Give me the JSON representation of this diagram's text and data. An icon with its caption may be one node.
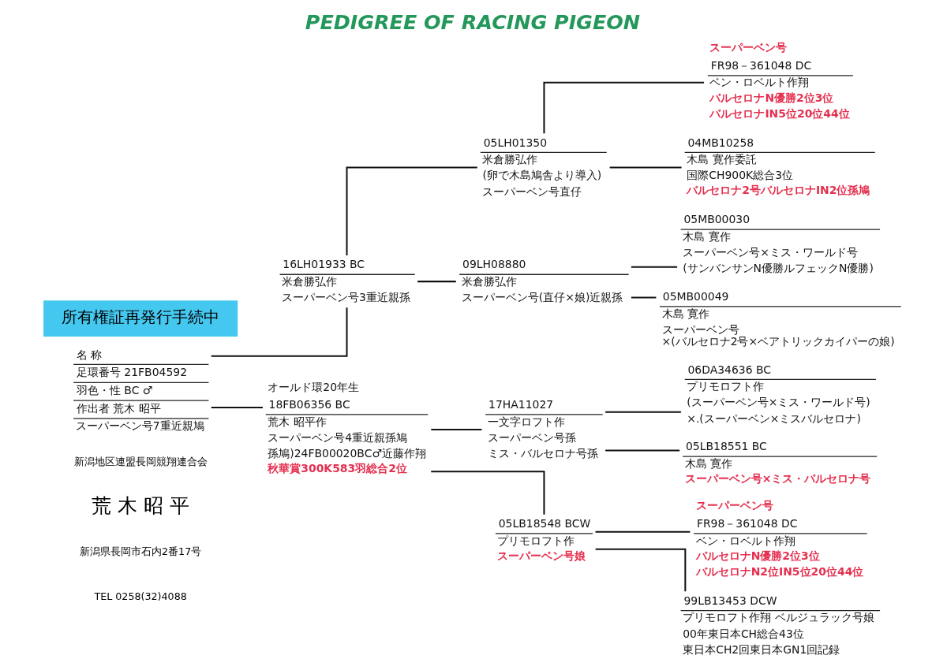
{
  "diagram": {
    "title": "PEDIGREE OF RACING PIGEON",
    "nodes": [
      {
        "text": [
          "名 称",
          "足環番号 21FB04592",
          "羽色・性 BC ♂",
          "作出者 荒木 昭平",
          "スーパーベン号7重近親鳩"
        ]
      },
      {
        "text": [
          "16LH01933 BC",
          "米倉勝弘作",
          "スーパーベン号3重近親孫"
        ]
      },
      {
        "text": [
          "オールド環20年生",
          "18FB06356 BC",
          "荒木 昭平作",
          "スーパーベン号4重近親孫鳩",
          "孫鳩)24FB00020BC♂近藤作翔",
          "秋華賞300K583羽総合2位"
        ]
      },
      {
        "text": [
          "05LH01350",
          "米倉勝弘作",
          "(卵で木島鳩舎より導入)",
          "スーパーベン号直仔"
        ]
      },
      {
        "text": [
          "09LH08880",
          "米倉勝弘作",
          "スーパーベン号(直仔×娘)近親孫"
        ]
      },
      {
        "text": [
          "17HA11027",
          "一文字ロフト作",
          "スーパーベン号孫",
          "ミス・バルセロナ号孫"
        ]
      },
      {
        "text": [
          "05LB18548 BCW",
          "プリモロフト作",
          "スーパーベン号娘"
        ]
      },
      {
        "text": [
          "スーパーベン号",
          "FR98－361048 DC",
          "ベン・ロベルト作翔",
          "バルセロナN優勝2位3位",
          "バルセロナIN5位20位44位"
        ]
      },
      {
        "text": [
          "04MB10258",
          "木島 寛作委託",
          "国際CH900K総合3位",
          "バルセロナ2号バルセロナIN2位孫鳩"
        ]
      },
      {
        "text": [
          "05MB00030",
          "木島 寛作",
          "スーパーベン号×ミス・ワールド号",
          "(サンバンサンN優勝ルフェックN優勝)"
        ]
      },
      {
        "text": [
          "05MB00049",
          "木島 寛作",
          "スーパーベン号 ×(バルセロナ2号×ベアトリックカイパーの娘)"
        ]
      },
      {
        "text": [
          "06DA34636 BC",
          "プリモロフト作",
          "(スーパーベン号×ミス・ワールド号)",
          "×.(スーパーベン×ミスバルセロナ)"
        ]
      },
      {
        "text": [
          "05LB18551 BC",
          "木島 寛作",
          "スーパーベン号×ミス・バルセロナ号"
        ]
      },
      {
        "text": [
          "スーパーベン号",
          "FR98－361048 DC",
          "ベン・ロベルト作翔",
          "バルセロナN優勝2位3位",
          "バルセロナN2位IN5位20位44位"
        ]
      },
      {
        "text": [
          "99LB13453 DCW",
          "プリモロフト作翔 ベルジュラック号娘",
          "00年東日本CH総合43位",
          "東日本CH2回東日本GN1回記録"
        ]
      }
    ],
    "edges": [
      {
        "from": 0,
        "to": 1,
        "arrow": "none"
      },
      {
        "from": 0,
        "to": 2,
        "arrow": "none"
      },
      {
        "from": 1,
        "to": 3,
        "arrow": "none"
      },
      {
        "from": 1,
        "to": 4,
        "arrow": "none"
      },
      {
        "from": 2,
        "to": 5,
        "arrow": "none"
      },
      {
        "from": 2,
        "to": 6,
        "arrow": "none"
      },
      {
        "from": 3,
        "to": 7,
        "arrow": "none"
      },
      {
        "from": 3,
        "to": 8,
        "arrow": "none"
      },
      {
        "from": 4,
        "to": 9,
        "arrow": "none"
      },
      {
        "from": 4,
        "to": 10,
        "arrow": "none"
      },
      {
        "from": 5,
        "to": 11,
        "arrow": "none"
      },
      {
        "from": 5,
        "to": 12,
        "arrow": "none"
      },
      {
        "from": 6,
        "to": 13,
        "arrow": "none"
      },
      {
        "from": 6,
        "to": 14,
        "arrow": "none"
      }
    ],
    "labels": [
      "所有権証再発行手続中",
      "新潟地区連盟長岡競翔連合会",
      "荒 木 昭 平",
      "新潟県長岡市石内2番17号",
      "TEL 0258(32)4088"
    ]
  }
}
